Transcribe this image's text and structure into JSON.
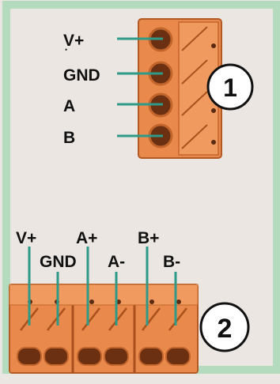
{
  "connector_1": {
    "badge": "1",
    "pins": [
      "V+",
      "GND",
      "A",
      "B"
    ]
  },
  "connector_2": {
    "badge": "2",
    "upper_labels": [
      "V+",
      "A+",
      "B+"
    ],
    "lower_labels": [
      "GND",
      "A-",
      "B-"
    ]
  },
  "colors": {
    "board": "#ebe6e1",
    "board_border": "#b5dbbf",
    "connector": "#e98a4c",
    "connector_dark": "#c2652c",
    "lead_line": "#2f9a88",
    "screw": "#5a2a12"
  }
}
